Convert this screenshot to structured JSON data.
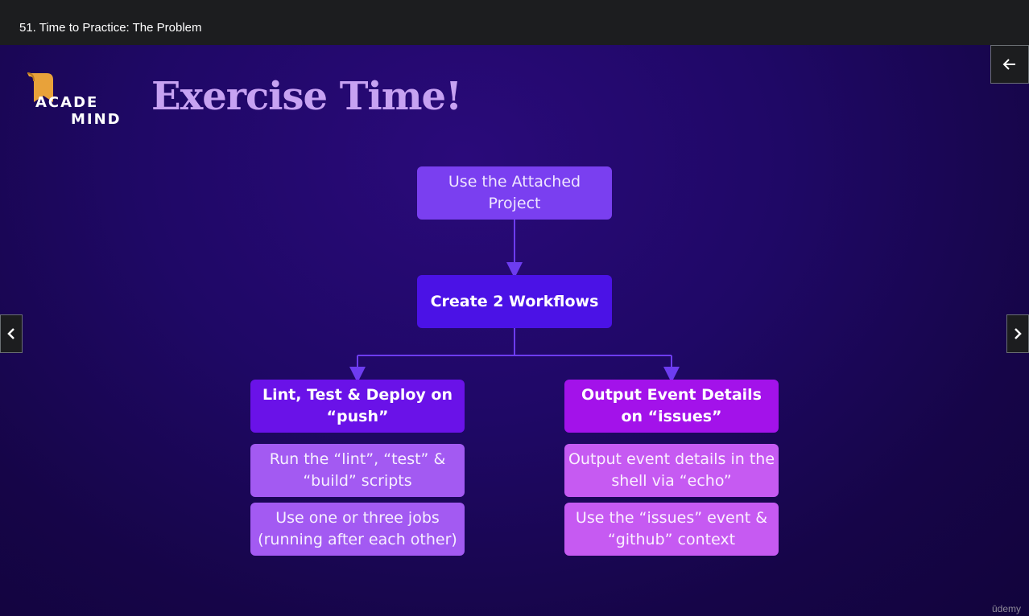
{
  "header": {
    "lecture_title": "51. Time to Practice: The Problem"
  },
  "slide": {
    "logo": {
      "line1": "ACADE",
      "line2": "MIND"
    },
    "heading": "Exercise Time!",
    "top_box": "Use the Attached Project",
    "middle_box": "Create 2 Workflows",
    "left_branch": {
      "title": "Lint, Test & Deploy on “push”",
      "items": [
        "Run the “lint”, “test” & “build” scripts",
        "Use one or three jobs (running after each other)"
      ]
    },
    "right_branch": {
      "title": "Output Event Details on “issues”",
      "items": [
        "Output event details in the shell via “echo”",
        "Use the “issues” event & “github” context"
      ]
    },
    "watermark": "ūdemy"
  },
  "controls": {
    "back_icon": "arrow-left-icon",
    "prev_icon": "chevron-left-icon",
    "next_icon": "chevron-right-icon"
  },
  "colors": {
    "heading": "#c7a2f2",
    "top_box": "#7a3ff0",
    "middle_box": "#4b12e6",
    "left_title": "#6a12e8",
    "right_title": "#a312ea",
    "left_items": "#a35af2",
    "right_items": "#c65af2",
    "connector": "#6d3cf0",
    "logo_accent": "#e8a23a"
  }
}
